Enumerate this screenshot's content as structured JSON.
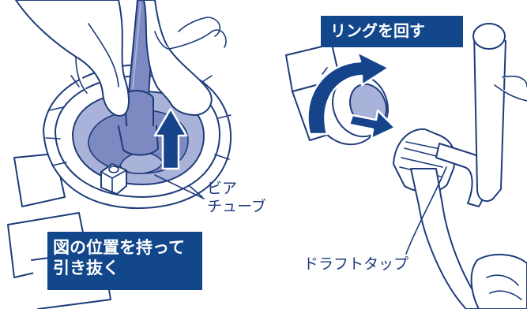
{
  "colors": {
    "ink": "#1e3c7a",
    "label_bg": "#12478b",
    "tint": "#a9b2d9",
    "tube": "#7d89c1",
    "arrow": "#16448a"
  },
  "left_panel": {
    "hold_label_line1": "図の位置を持って",
    "hold_label_line2": "引き抜く",
    "tube_callout_line1": "ビア",
    "tube_callout_line2": "チューブ"
  },
  "right_panel": {
    "ring_label": "リングを回す",
    "tap_callout": "ドラフトタップ"
  }
}
